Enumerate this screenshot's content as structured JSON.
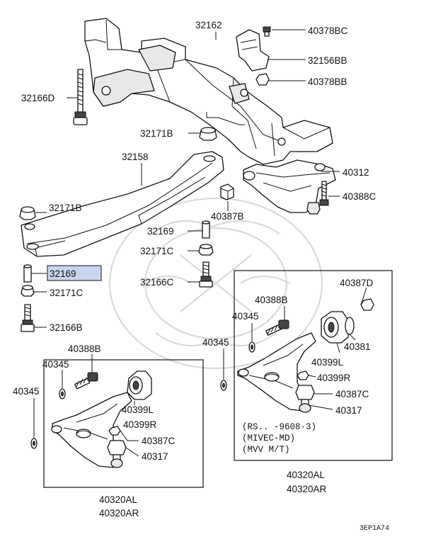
{
  "diagram": {
    "parts": {
      "p32162": "32162",
      "p40378BC": "40378BC",
      "p32156BB": "32156BB",
      "p40378BB": "40378BB",
      "p32166D": "32166D",
      "p32171B_top": "32171B",
      "p32158": "32158",
      "p40312": "40312",
      "p40388C": "40388C",
      "p32171B_left": "32171B",
      "p40387B": "40387B",
      "p32169_mid": "32169",
      "p32171C_mid": "32171C",
      "p32169_left": "32169",
      "p32166C": "32166C",
      "p32171C_left": "32171C",
      "p32166B": "32166B",
      "p40387D": "40387D",
      "p40388B_right": "40388B",
      "p40345_r1": "40345",
      "p40345_r2": "40345",
      "p40381": "40381",
      "p40399L_right": "40399L",
      "p40399R_right": "40399R",
      "p40387C_right": "40387C",
      "p40317_right": "40317",
      "p40388B_left": "40388B",
      "p40345_l1": "40345",
      "p40345_l2": "40345",
      "p40399L_left": "40399L",
      "p40399R_left": "40399R",
      "p40387C_left": "40387C",
      "p40317_left": "40317",
      "p40320AL_left": "40320AL",
      "p40320AR_left": "40320AR",
      "p40320AL_right": "40320AL",
      "p40320AR_right": "40320AR"
    },
    "notes": {
      "line1": "(RS..  -9608·3)",
      "line2": "(MIVEC-MD)",
      "line3": "(MVV  M/T)"
    },
    "highlighted_part": "32169",
    "highlight_color": "#c8d4f0",
    "figure_code": "3EP1A74"
  }
}
